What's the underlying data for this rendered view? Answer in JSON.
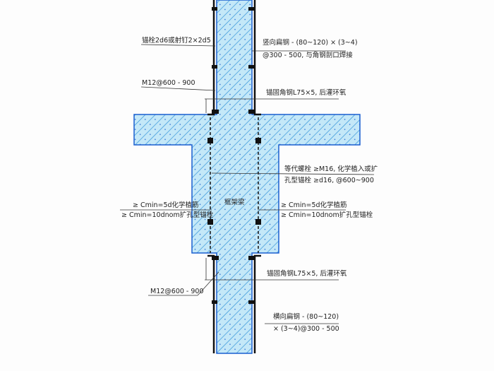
{
  "labels": {
    "anchor_bolt": "锚栓2d6或射钉2×2d5",
    "vertical_steel_1": "竖向扁钢 - (80~120) × (3~4)",
    "vertical_steel_2": "@300 - 500, 与角钢剖口焊接",
    "m12_top": "M12@600 - 900",
    "angle_top": "锚固角钢L75×5, 后灌环氧",
    "equiv_bolt_1": "等代螺栓 ≥M16, 化学植入或扩",
    "equiv_bolt_2": "孔型锚栓 ≥d16, @600~900",
    "frame_beam": "框架梁",
    "cmin_left_1": "≥ Cmin=5d化学植筋",
    "cmin_left_2": "≥ Cmin=10dnom扩孔型锚栓",
    "cmin_right_1": "≥ Cmin=5d化学植筋",
    "cmin_right_2": "≥ Cmin=10dnom扩孔型锚栓",
    "angle_bottom": "锚固角钢L75×5, 后灌环氧",
    "m12_bottom": "M12@600 - 900",
    "horizontal_steel_1": "横向扁钢 - (80~120)",
    "horizontal_steel_2": "× (3~4)@300 - 500"
  },
  "colors": {
    "concrete": "#bfe6f7",
    "hatch": "#2a8fd6",
    "line": "#111111"
  }
}
